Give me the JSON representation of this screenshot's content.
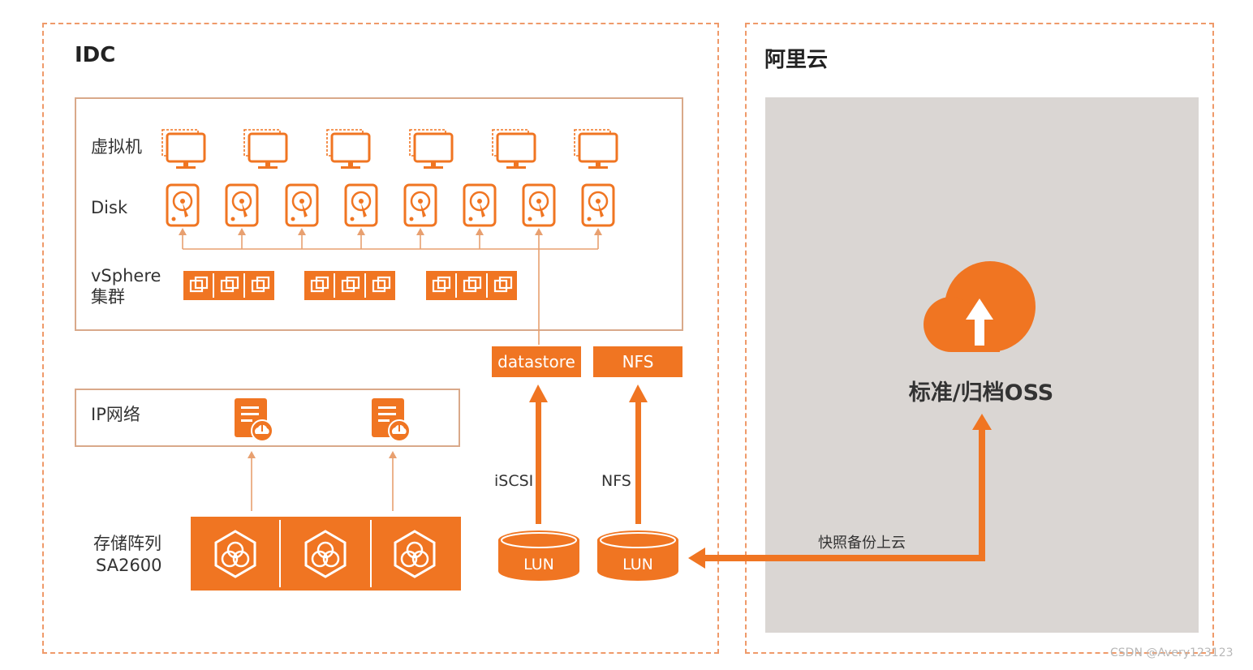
{
  "idc": {
    "title": "IDC",
    "vm_label": "虚拟机",
    "disk_label": "Disk",
    "vsphere_label_line1": "vSphere",
    "vsphere_label_line2": "集群",
    "network_label": "IP网络",
    "storage_label_line1": "存储阵列",
    "storage_label_line2": "SA2600",
    "datastore_label": "datastore",
    "nfs_tag_label": "NFS",
    "iscsi_label": "iSCSI",
    "nfs_proto_label": "NFS",
    "lun_left_label": "LUN",
    "lun_right_label": "LUN"
  },
  "cloud": {
    "title": "阿里云",
    "oss_label": "标准/归档OSS",
    "snapshot_label": "快照备份上云"
  },
  "icons": {
    "vm": "monitor-icon",
    "disk": "hard-disk-icon",
    "vsphere": "vsphere-host-icon",
    "network": "network-document-icon",
    "storage": "storage-array-icon",
    "lun": "database-cylinder-icon",
    "oss": "cloud-upload-icon"
  },
  "colors": {
    "accent": "#f07522",
    "dashed_border": "#ef9a6a",
    "box_border": "#d9a98a",
    "cloud_bg": "#dad6d3"
  },
  "watermark": "CSDN @Avery123123"
}
